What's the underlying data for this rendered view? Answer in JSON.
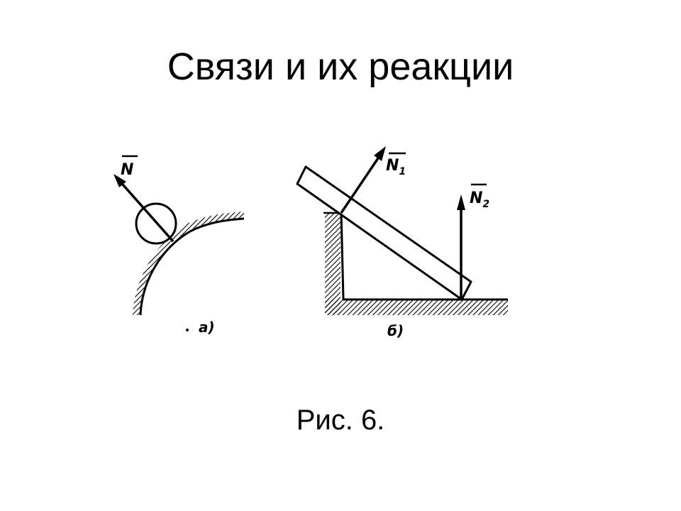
{
  "slide": {
    "title": "Связи и их реакции",
    "caption": "Рис. 6."
  },
  "diagram_a": {
    "force_label": "N",
    "panel_label": "а)"
  },
  "diagram_b": {
    "force1_label": "N",
    "force1_subscript": "1",
    "force2_label": "N",
    "force2_subscript": "2",
    "panel_label": "б)"
  }
}
